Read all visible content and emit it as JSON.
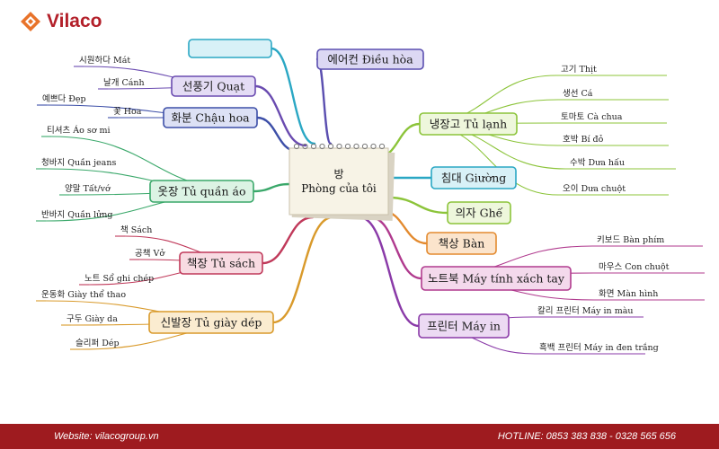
{
  "brand": {
    "name": "Vilaco",
    "accent": "#e8732a",
    "color": "#b3202a"
  },
  "footer": {
    "website": "Website: vilacogroup.vn",
    "hotline": "HOTLINE: 0853 383 838 - 0328 565 656",
    "background": "#9e1b1f"
  },
  "center": {
    "title": "방",
    "subtitle": "Phòng của tôi"
  },
  "branches": [
    {
      "id": "cut-top-left",
      "label": "",
      "color": "#2aa7c4",
      "fill": "#d8f1f7",
      "leaves": []
    },
    {
      "id": "dieu-hoa",
      "label": "에어컨 Điều hòa",
      "color": "#5b4fb0",
      "fill": "#dcd8f3",
      "leaves": []
    },
    {
      "id": "quat",
      "label": "선풍기 Quạt",
      "color": "#6a4bb0",
      "fill": "#e4dcf5",
      "leaves": [
        {
          "text": "시원하다 Mát"
        },
        {
          "text": "날개 Cánh"
        }
      ]
    },
    {
      "id": "chau-hoa",
      "label": "화분 Chậu hoa",
      "color": "#3d4fa8",
      "fill": "#dde1f5",
      "leaves": [
        {
          "text": "예쁘다 Đẹp"
        },
        {
          "text": "꽃 Hoa"
        }
      ]
    },
    {
      "id": "tu-quan-ao",
      "label": "옷장 Tủ quần áo",
      "color": "#3aa86a",
      "fill": "#dcf3e4",
      "leaves": [
        {
          "text": "티셔츠 Áo sơ mi"
        },
        {
          "text": "청바지 Quần jeans"
        },
        {
          "text": "양말 Tất/vớ"
        },
        {
          "text": "반바지 Quần lửng"
        }
      ]
    },
    {
      "id": "tu-sach",
      "label": "책장 Tủ sách",
      "color": "#c0395a",
      "fill": "#f8dbe2",
      "leaves": [
        {
          "text": "책 Sách"
        },
        {
          "text": "공책 Vở"
        },
        {
          "text": "노트 Sổ ghi chép"
        }
      ]
    },
    {
      "id": "tu-giay-dep",
      "label": "신발장 Tủ giày dép",
      "color": "#d99a2b",
      "fill": "#fbecd0",
      "leaves": [
        {
          "text": "운동화 Giày thể thao"
        },
        {
          "text": "구두 Giày da"
        },
        {
          "text": "슬리퍼 Dép"
        }
      ]
    },
    {
      "id": "tu-lanh",
      "label": "냉장고 Tủ lạnh",
      "color": "#8cc43a",
      "fill": "#eef7dc",
      "leaves": [
        {
          "text": "고기 Thịt"
        },
        {
          "text": "생선 Cá"
        },
        {
          "text": "토마토 Cà chua"
        },
        {
          "text": "호박 Bí đỏ"
        },
        {
          "text": "수박 Dưa hấu"
        },
        {
          "text": "오이 Dưa chuột"
        }
      ]
    },
    {
      "id": "giuong",
      "label": "침대 Giường",
      "color": "#2aa7c4",
      "fill": "#d8f1f7",
      "leaves": []
    },
    {
      "id": "ghe",
      "label": "의자 Ghế",
      "color": "#8cc43a",
      "fill": "#eef7dc",
      "leaves": []
    },
    {
      "id": "ban",
      "label": "책상 Bàn",
      "color": "#e38a2e",
      "fill": "#fbe4cc",
      "leaves": []
    },
    {
      "id": "may-tinh",
      "label": "노트북 Máy tính xách tay",
      "color": "#b03a8e",
      "fill": "#f4d9ec",
      "leaves": [
        {
          "text": "키보드 Bàn phím"
        },
        {
          "text": "마우스 Con chuột"
        },
        {
          "text": "화면 Màn hình"
        }
      ]
    },
    {
      "id": "may-in",
      "label": "프린터 Máy in",
      "color": "#8a3aa8",
      "fill": "#ecdaf3",
      "leaves": [
        {
          "text": "칼리 프린터 Máy in màu"
        },
        {
          "text": "흑백 프린터 Máy in đen trắng"
        }
      ]
    }
  ]
}
